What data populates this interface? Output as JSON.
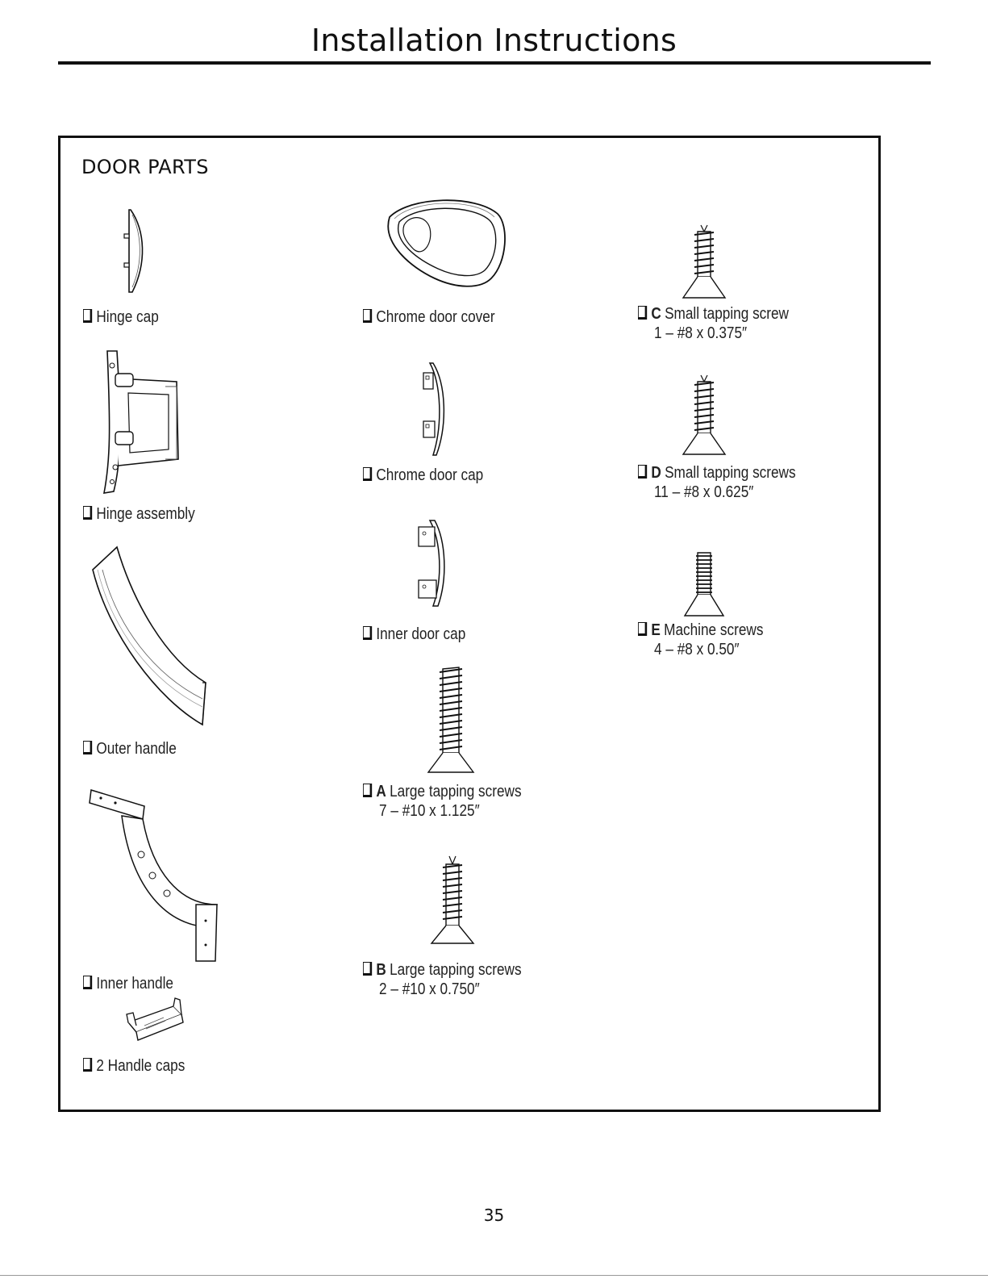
{
  "header": {
    "title": "Installation Instructions"
  },
  "section": {
    "title": "DOOR PARTS"
  },
  "parts": {
    "hinge_cap": {
      "label": "Hinge cap"
    },
    "hinge_assembly": {
      "label": "Hinge assembly"
    },
    "outer_handle": {
      "label": "Outer handle"
    },
    "inner_handle": {
      "label": "Inner handle"
    },
    "handle_caps": {
      "label": "2 Handle caps"
    },
    "chrome_door_cover": {
      "label": "Chrome door cover"
    },
    "chrome_door_cap": {
      "label": "Chrome door cap"
    },
    "inner_door_cap": {
      "label": "Inner door cap"
    },
    "screw_a": {
      "letter": "A",
      "label": "Large tapping screws",
      "spec": "7 – #10 x 1.125″"
    },
    "screw_b": {
      "letter": "B",
      "label": "Large tapping screws",
      "spec": "2 – #10 x 0.750″"
    },
    "screw_c": {
      "letter": "C",
      "label": "Small tapping screw",
      "spec": "1 – #8 x 0.375″"
    },
    "screw_d": {
      "letter": "D",
      "label": "Small tapping screws",
      "spec": "11 – #8 x 0.625″"
    },
    "screw_e": {
      "letter": "E",
      "label": "Machine screws",
      "spec": "4 – #8 x 0.50″"
    }
  },
  "footer": {
    "page_number": "35"
  },
  "icons": {
    "checkbox": "checkbox-icon",
    "hinge_cap": "hinge-cap-icon",
    "hinge_assembly": "hinge-assembly-icon",
    "outer_handle": "outer-handle-icon",
    "inner_handle": "inner-handle-icon",
    "handle_caps": "handle-caps-icon",
    "chrome_door_cover": "chrome-door-cover-icon",
    "door_cap": "door-cap-icon",
    "screw": "tapping-screw-icon"
  }
}
